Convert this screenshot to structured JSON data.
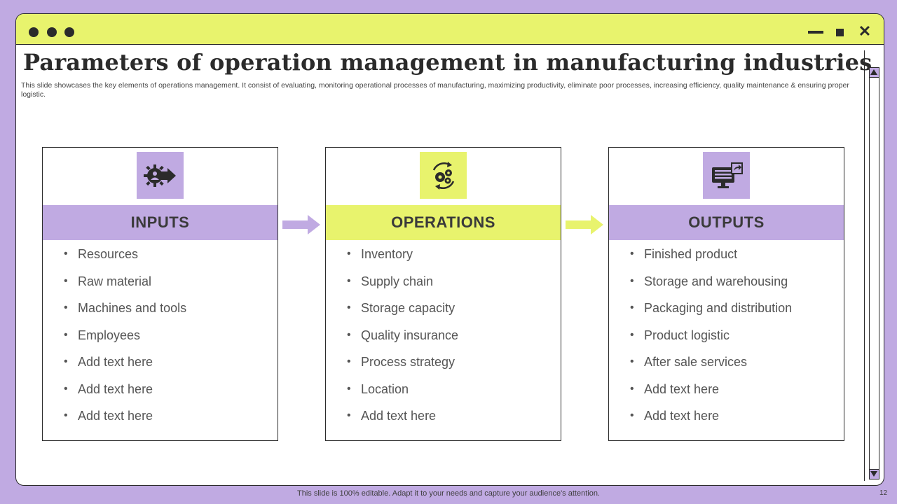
{
  "window": {
    "controls": {
      "minimize": "minimize",
      "maximize": "maximize",
      "close": "✕"
    }
  },
  "slide": {
    "title": "Parameters of operation management in manufacturing industries",
    "subtitle": "This slide showcases the key elements of operations management. It consist of evaluating, monitoring operational processes of manufacturing, maximizing productivity, eliminate poor processes, increasing efficiency, quality maintenance & ensuring proper logistic."
  },
  "colors": {
    "purple": "#c0aae2",
    "yellow": "#e8f36d",
    "dark": "#2b2b2b"
  },
  "cards": [
    {
      "icon": "gear-person-arrow-icon",
      "header": "INPUTS",
      "items": [
        "Resources",
        "Raw material",
        "Machines and tools",
        "Employees",
        "Add text here",
        "Add text here",
        "Add text here"
      ]
    },
    {
      "icon": "gears-cycle-icon",
      "header": "OPERATIONS",
      "items": [
        "Inventory",
        "Supply chain",
        "Storage capacity",
        "Quality insurance",
        "Process strategy",
        "Location",
        "Add text here"
      ]
    },
    {
      "icon": "monitor-share-icon",
      "header": "OUTPUTS",
      "items": [
        "Finished product",
        "Storage and warehousing",
        "Packaging and distribution",
        "Product logistic",
        "After sale services",
        "Add text here",
        "Add text here"
      ]
    }
  ],
  "footer": {
    "note": "This slide is 100% editable. Adapt it to your needs and capture your audience's attention.",
    "page_number": "12"
  }
}
